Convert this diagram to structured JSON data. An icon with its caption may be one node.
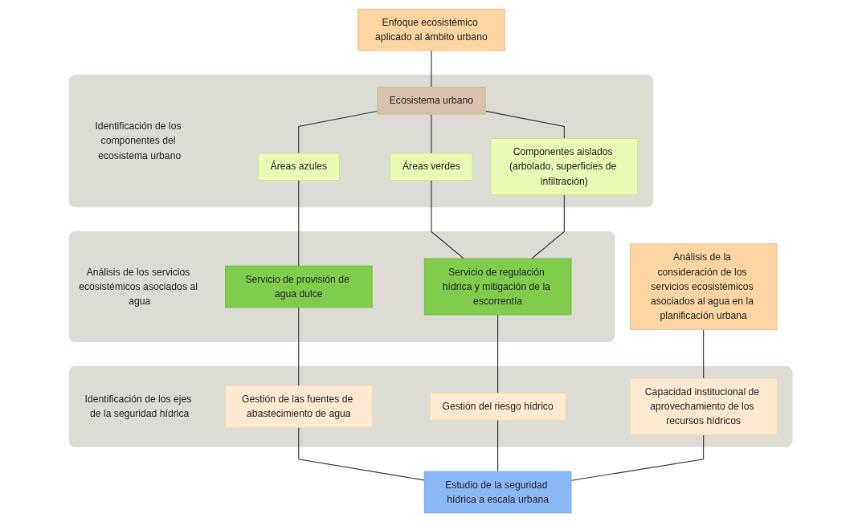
{
  "diagram": {
    "nodes": [
      {
        "text": [
          "Enfoque ecosistémico aplicado al ámbito urbano"
        ]
      },
      {
        "text": [
          "Análisis de la consideración de los servicios ecosistémicos asociados al agua en la planificación urbana"
        ]
      },
      {
        "text": [
          "Identificación de los componentes del ecosistema urbano"
        ]
      },
      {
        "text": [
          "Ecosistema urbano"
        ],
        "in": 2
      },
      {
        "text": [
          "Áreas azules"
        ],
        "in": 2
      },
      {
        "text": [
          "Áreas verdes"
        ],
        "in": 2
      },
      {
        "text": [
          "Componentes aislados (arbolado, superficies de infiltración)"
        ],
        "in": 2
      },
      {
        "text": [
          "Análisis de los servicios ecosistémicos asociados al agua"
        ]
      },
      {
        "text": [
          "Servicio de provisión de agua dulce"
        ],
        "in": 7
      },
      {
        "text": [
          "Servicio de regulación hídrica y mitigación de la escorrentía"
        ],
        "in": 7
      },
      {
        "text": [
          "Identificación de los ejes de la seguridad hídrica"
        ]
      },
      {
        "text": [
          "Gestión de las fuentes de abastecimiento de agua"
        ],
        "in": 10
      },
      {
        "text": [
          "Gestión del riesgo hídrico"
        ],
        "in": 10
      },
      {
        "text": [
          "Capacidad institucional de aprovechamiento de los recursos hídricos"
        ],
        "in": 10
      },
      {
        "text": [
          "Estudio de la seguridad hídrica a escala urbana"
        ]
      }
    ],
    "edges": [
      {
        "from": 0,
        "to": 3,
        "arrow": "none"
      },
      {
        "from": 3,
        "to": 4,
        "arrow": "none"
      },
      {
        "from": 3,
        "to": 5,
        "arrow": "none"
      },
      {
        "from": 3,
        "to": 6,
        "arrow": "none"
      },
      {
        "from": 4,
        "to": 8,
        "arrow": "none"
      },
      {
        "from": 5,
        "to": 9,
        "arrow": "none"
      },
      {
        "from": 6,
        "to": 9,
        "arrow": "none"
      },
      {
        "from": 8,
        "to": 11,
        "arrow": "none"
      },
      {
        "from": 9,
        "to": 12,
        "arrow": "none"
      },
      {
        "from": 1,
        "to": 13,
        "arrow": "none"
      },
      {
        "from": 11,
        "to": 14,
        "arrow": "none"
      },
      {
        "from": 12,
        "to": 14,
        "arrow": "none"
      },
      {
        "from": 13,
        "to": 14,
        "arrow": "none"
      }
    ]
  }
}
